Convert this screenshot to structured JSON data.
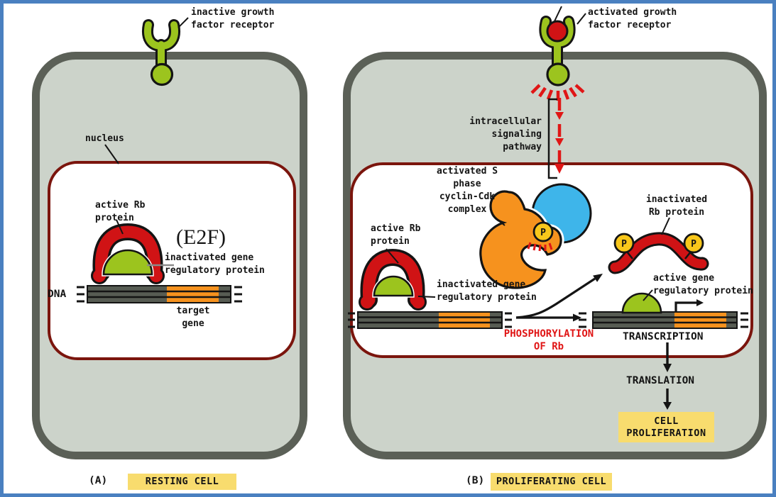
{
  "colors": {
    "frame_border": "#4a80c0",
    "cell_fill": "#ccd3ca",
    "cell_border": "#5b6057",
    "nucleus_border": "#7b150d",
    "protein_red": "#d01315",
    "signal_red": "#e01616",
    "green": "#9cc41e",
    "orange": "#f6921e",
    "blue": "#3eb5ea",
    "p_yellow": "#f8c71b",
    "highlight": "#f8dc6e",
    "dna_gray": "#575c53",
    "text": "#141414"
  },
  "panel_a": {
    "tag": "(A)",
    "caption": "RESTING CELL",
    "receptor_label": "inactive growth\nfactor receptor",
    "nucleus_label": "nucleus",
    "active_rb_label": "active Rb\nprotein",
    "e2f_label": "(E2F)",
    "inactivated_gene_label": "inactivated gene\nregulatory protein",
    "dna_label": "DNA",
    "target_gene_label": "target\ngene"
  },
  "panel_b": {
    "tag": "(B)",
    "caption": "PROLIFERATING CELL",
    "receptor_label": "activated growth\nfactor receptor",
    "signaling_label": "intracellular\nsignaling\npathway",
    "cdk_complex_label": "activated S\nphase\ncyclin-Cdk\ncomplex",
    "active_rb_label": "active Rb\nprotein",
    "inactivated_gene_label": "inactivated gene\nregulatory protein",
    "phosphorylation_label": "PHOSPHORYLATION\nOF Rb",
    "inactivated_rb_label": "inactivated\nRb protein",
    "active_gene_label": "active gene\nregulatory protein",
    "transcription_label": "TRANSCRIPTION",
    "translation_label": "TRANSLATION",
    "proliferation_label": "CELL\nPROLIFERATION",
    "phosphate_label": "P"
  }
}
